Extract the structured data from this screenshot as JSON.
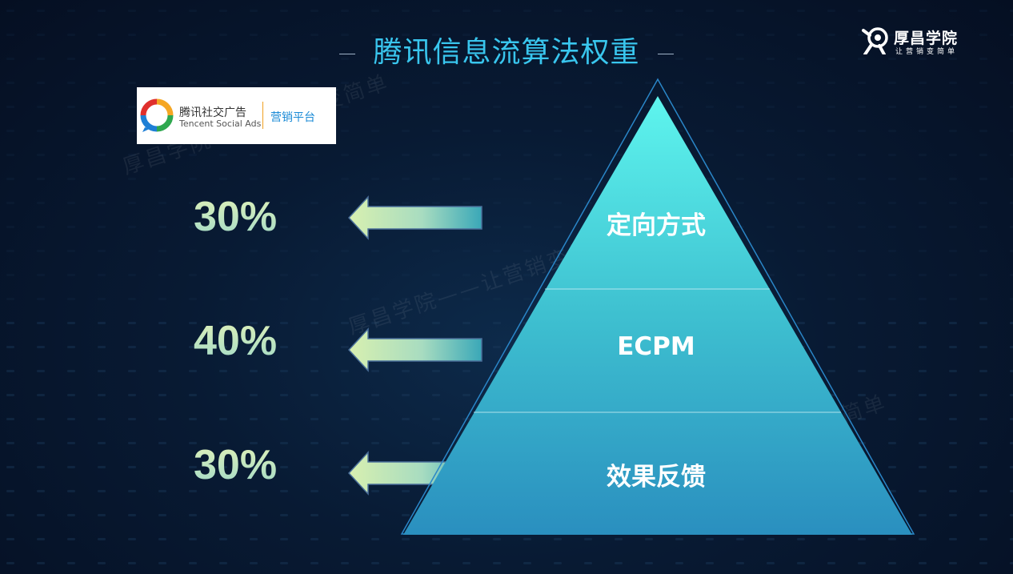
{
  "slide": {
    "title": "腾讯信息流算法权重"
  },
  "brand": {
    "name": "厚昌学院",
    "slogan": "让营销变简单"
  },
  "partner": {
    "name_cn": "腾讯社交广告",
    "name_en": "Tencent Social Ads",
    "platform": "营销平台"
  },
  "weights": [
    {
      "percent": "30%",
      "label": "定向方式"
    },
    {
      "percent": "40%",
      "label": "ECPM"
    },
    {
      "percent": "30%",
      "label": "效果反馈"
    }
  ],
  "watermark": {
    "text": "厚昌学院——让营销变简单"
  },
  "colors": {
    "title": "#39c6ee",
    "pyramid_top": "#5ef5ee",
    "pyramid_bottom": "#2a8fbf",
    "percent_text": "#cfe8b4",
    "arrow_start": "#d8f0b0",
    "arrow_end": "#3aa8b8"
  }
}
